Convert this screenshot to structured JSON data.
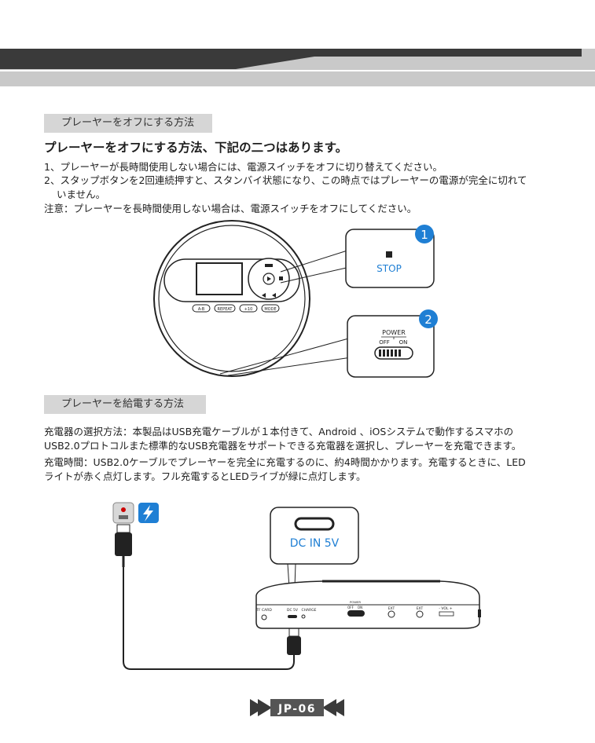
{
  "section1": {
    "tab_label": "プレーヤーをオフにする方法",
    "heading": "プレーヤーをオフにする方法、下記の二つはあります。",
    "item1": "1、プレーヤーが長時間使用しない場合には、電源スイッチをオフに切り替えてください。",
    "item2_line1": "2、スタップボタンを2回連続押すと、スタンバイ状態になり、この時点ではプレーヤーの電源が完全に切れて",
    "item2_line2": "いません。",
    "note": "注意：プレーヤーを長時間使用しない場合は、電源スイッチをオフにしてください。"
  },
  "diagram1": {
    "player_buttons": [
      "A-B",
      "REPEAT",
      "+10",
      "MODE"
    ],
    "callout1": {
      "number": "1",
      "label": "STOP"
    },
    "callout2": {
      "number": "2",
      "title": "POWER",
      "off": "OFF",
      "on": "ON"
    }
  },
  "section2": {
    "tab_label": "プレーヤーを給電する方法",
    "para1_line1": "充電器の選択方法：本製品はUSB充電ケーブルが１本付きて、Android 、iOSシステムで動作するスマホの",
    "para1_line2": "USB2.0プロトコルまた標準的なUSB充電器をサポートできる充電器を選択し、プレーヤーを充電できます。",
    "para2_line1": "充電時間：USB2.0ケーブルでプレーヤーを完全に充電するのに、約4時間かかります。充電するときに、LED",
    "para2_line2": "ライトが赤く点灯します。フル充電するとLEDライブが緑に点灯します。"
  },
  "diagram2": {
    "dc_callout_label": "DC IN 5V",
    "port_labels": [
      "TF CARD",
      "DC 5V",
      "CHARGE",
      "OFF",
      "ON",
      "EXT",
      "EXT",
      "- VOL +"
    ],
    "power_label": "POWER"
  },
  "footer": {
    "page_label": "JP-06"
  },
  "colors": {
    "accent_blue": "#1f7fd4",
    "banner_dark": "#3a3a3a",
    "banner_gray": "#c8c8c8",
    "tab_gray": "#d6d6d6"
  }
}
